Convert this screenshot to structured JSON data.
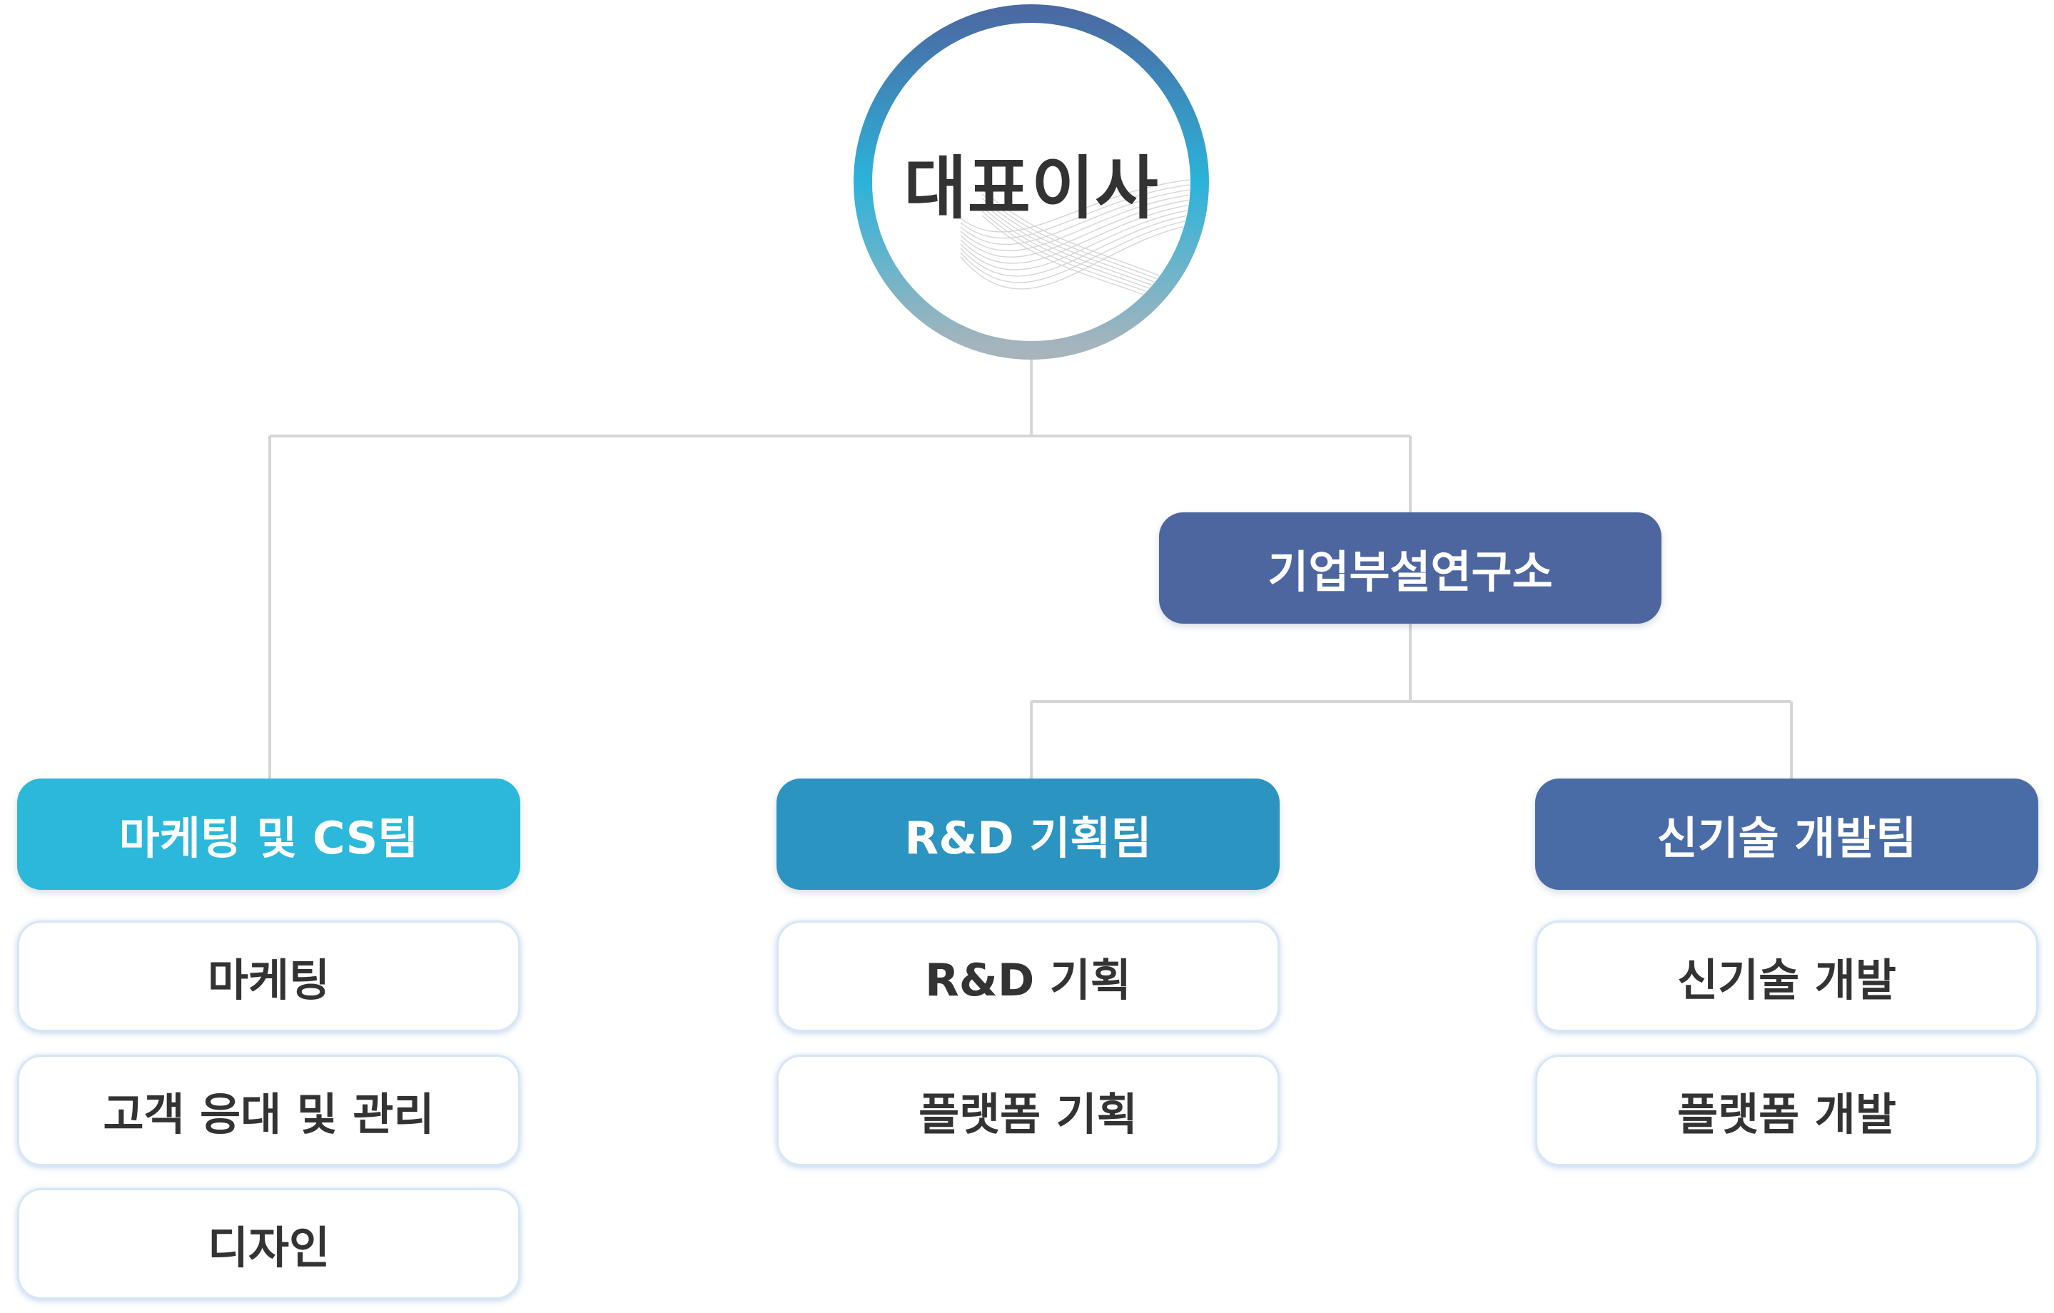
{
  "chart": {
    "ceo": "대표이사",
    "research_institute": "기업부설연구소",
    "teams": [
      {
        "name": "마케팅 및 CS팀",
        "color": "#2cb8da",
        "items": [
          "마케팅",
          "고객 응대 및 관리",
          "디자인"
        ]
      },
      {
        "name": "R&D 기획팀",
        "color": "#2b94c1",
        "items": [
          "R&D 기획",
          "플랫폼 기획"
        ]
      },
      {
        "name": "신기술 개발팀",
        "color": "#4a6ca6",
        "items": [
          "신기술 개발",
          "플랫폼 개발"
        ]
      }
    ]
  },
  "colors": {
    "research_institute": "#4d66a0",
    "connector": "#d6d6d6",
    "ring_top": "#4a6aa3",
    "ring_middle": "#2bb3d9",
    "ring_bottom": "#a8b4bc"
  }
}
